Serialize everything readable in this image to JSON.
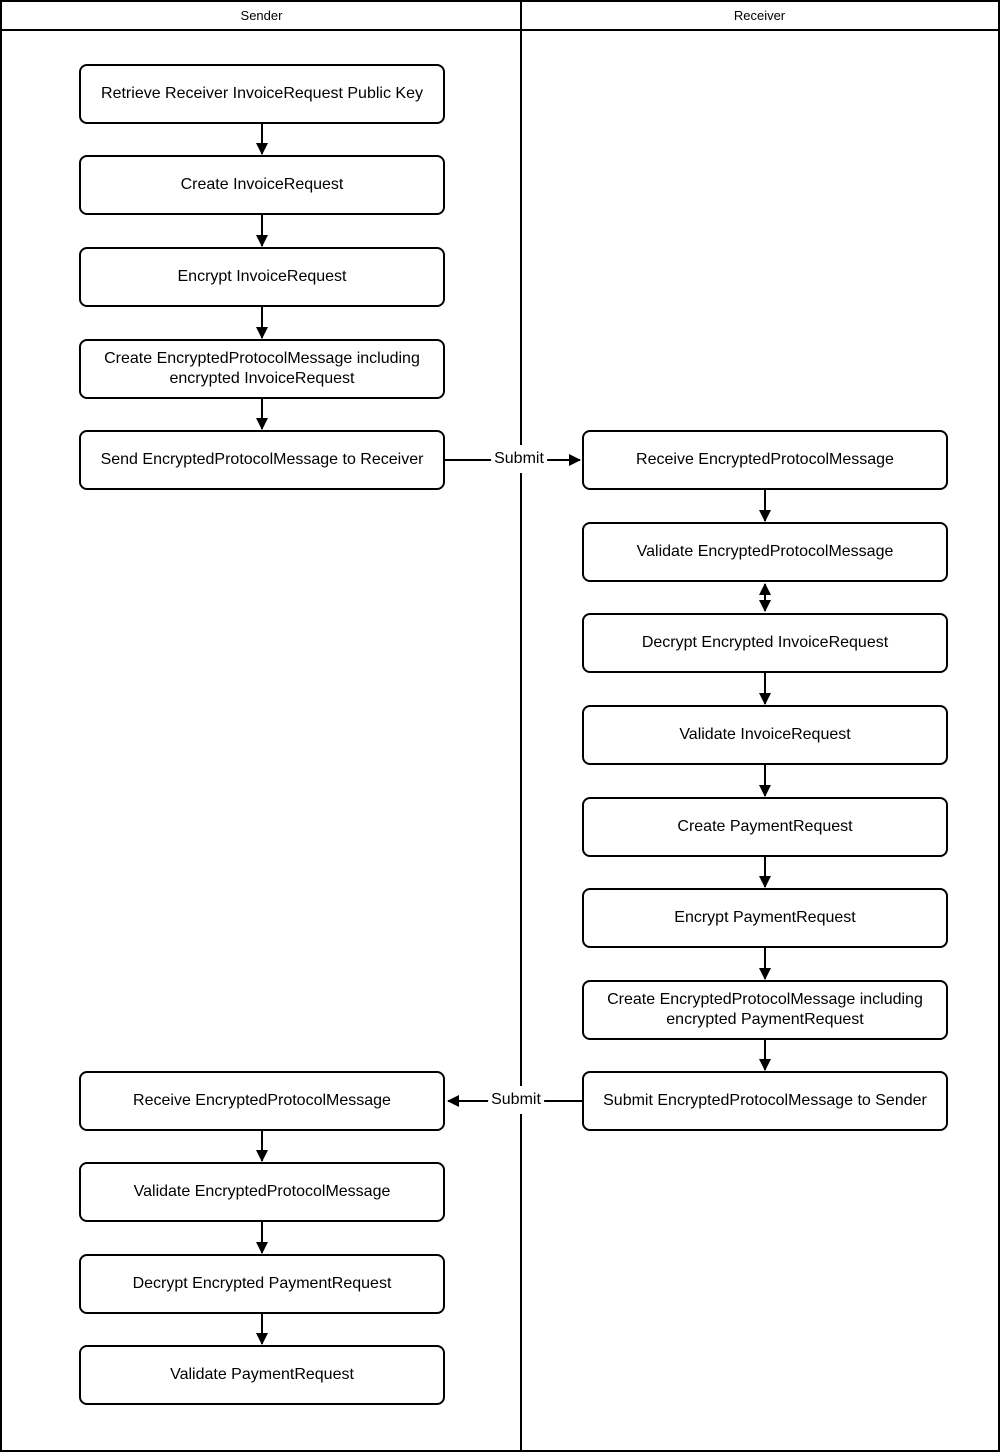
{
  "lanes": [
    {
      "label": "Sender"
    },
    {
      "label": "Receiver"
    }
  ],
  "sender": {
    "nodes": [
      {
        "label": "Retrieve Receiver InvoiceRequest Public Key"
      },
      {
        "label": "Create InvoiceRequest"
      },
      {
        "label": "Encrypt InvoiceRequest"
      },
      {
        "label": "Create EncryptedProtocolMessage including encrypted InvoiceRequest"
      },
      {
        "label": "Send EncryptedProtocolMessage to Receiver"
      },
      {
        "label": "Receive EncryptedProtocolMessage"
      },
      {
        "label": "Validate EncryptedProtocolMessage"
      },
      {
        "label": "Decrypt Encrypted PaymentRequest"
      },
      {
        "label": "Validate PaymentRequest"
      }
    ]
  },
  "receiver": {
    "nodes": [
      {
        "label": "Receive EncryptedProtocolMessage"
      },
      {
        "label": "Validate EncryptedProtocolMessage"
      },
      {
        "label": "Decrypt Encrypted InvoiceRequest"
      },
      {
        "label": "Validate InvoiceRequest"
      },
      {
        "label": "Create PaymentRequest"
      },
      {
        "label": "Encrypt PaymentRequest"
      },
      {
        "label": "Create EncryptedProtocolMessage including encrypted PaymentRequest"
      },
      {
        "label": "Submit EncryptedProtocolMessage to Sender"
      }
    ]
  },
  "connections": {
    "cross_lane": [
      {
        "from": "Send EncryptedProtocolMessage to Receiver",
        "to": "Receive EncryptedProtocolMessage",
        "label": "Submit",
        "direction": "sender-to-receiver"
      },
      {
        "from": "Submit EncryptedProtocolMessage to Sender",
        "to": "Receive EncryptedProtocolMessage",
        "label": "Submit",
        "direction": "receiver-to-sender"
      }
    ],
    "bidirectional": {
      "between": [
        "Validate EncryptedProtocolMessage",
        "Decrypt Encrypted InvoiceRequest"
      ],
      "lane": "Receiver"
    }
  },
  "colors": {
    "line": "#000000",
    "node_border": "#000000",
    "node_fill": "#ffffff",
    "background": "#ffffff"
  }
}
